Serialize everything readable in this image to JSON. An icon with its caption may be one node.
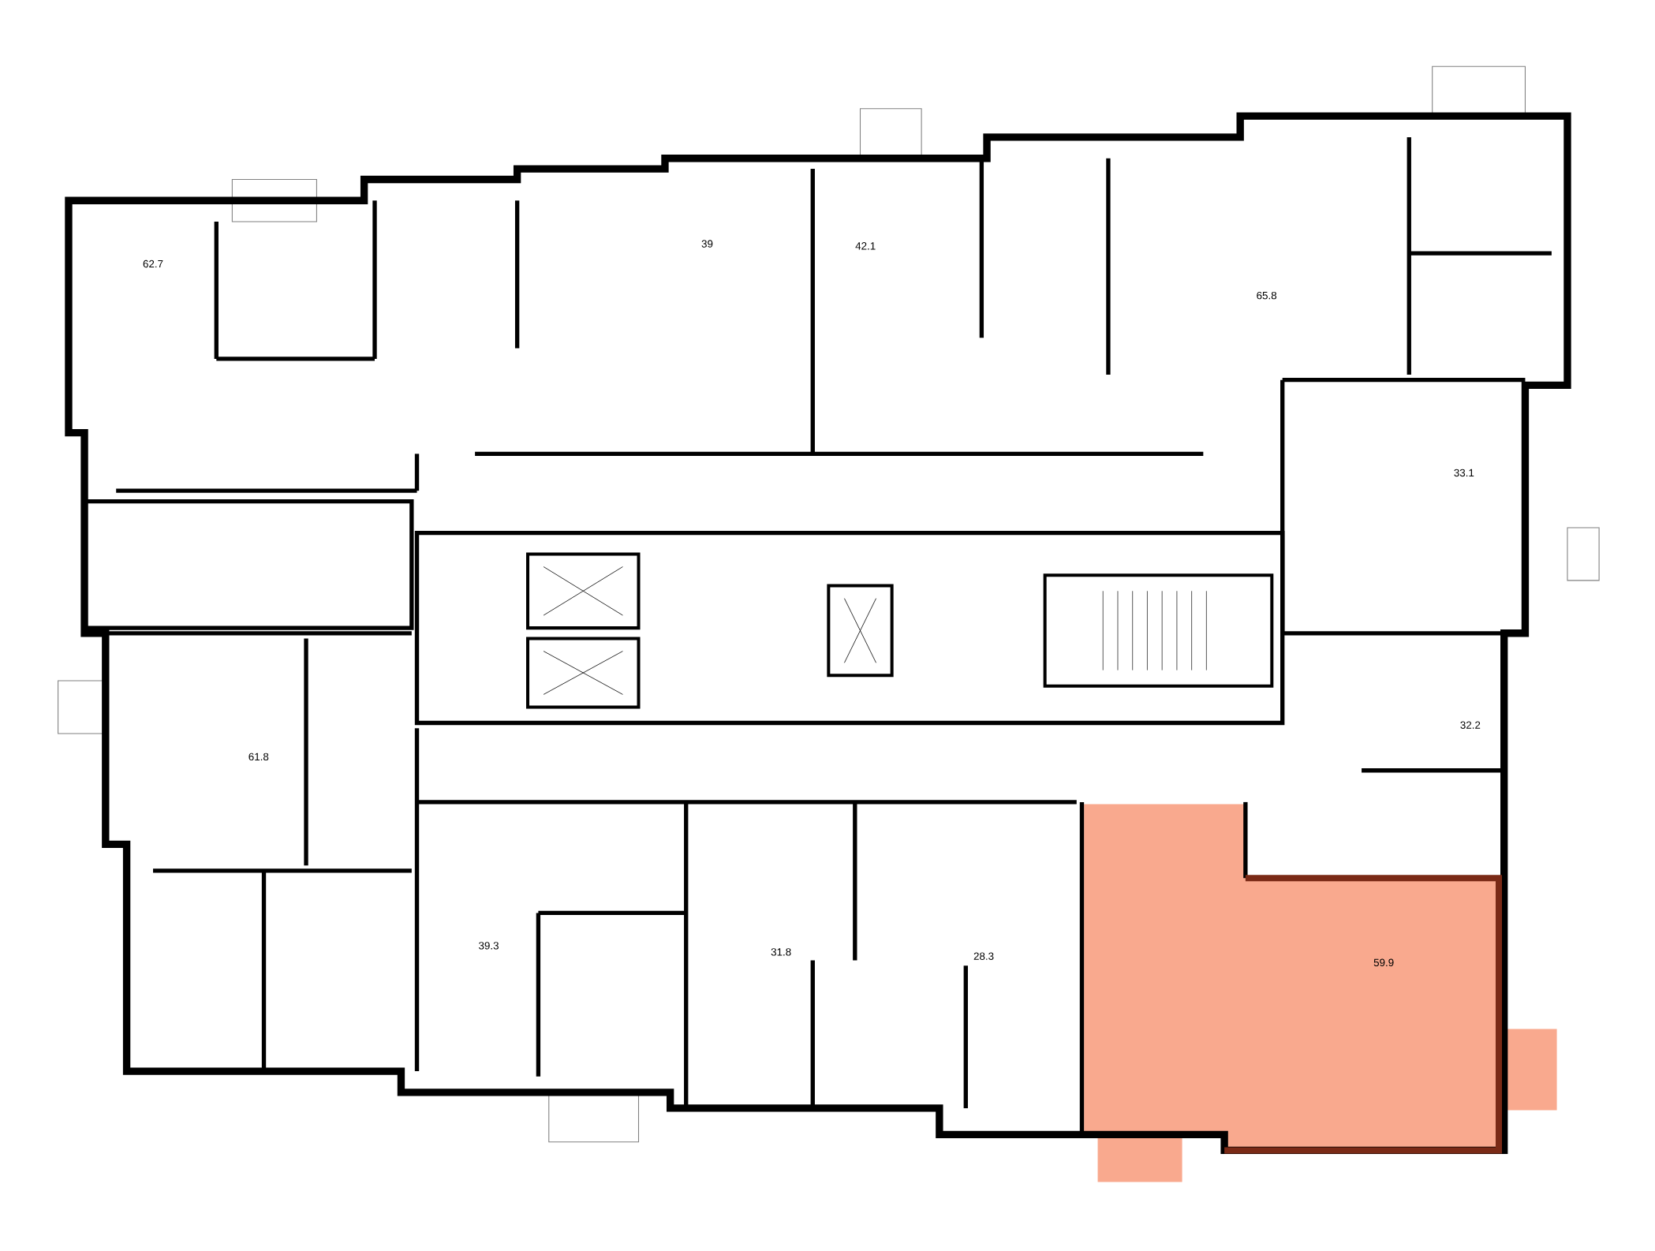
{
  "diagram": {
    "labels": [
      "62.7",
      "39",
      "42.1",
      "65.8",
      "33.1",
      "32.2",
      "61.8",
      "39.3",
      "31.8",
      "28.3",
      "59.9"
    ]
  }
}
